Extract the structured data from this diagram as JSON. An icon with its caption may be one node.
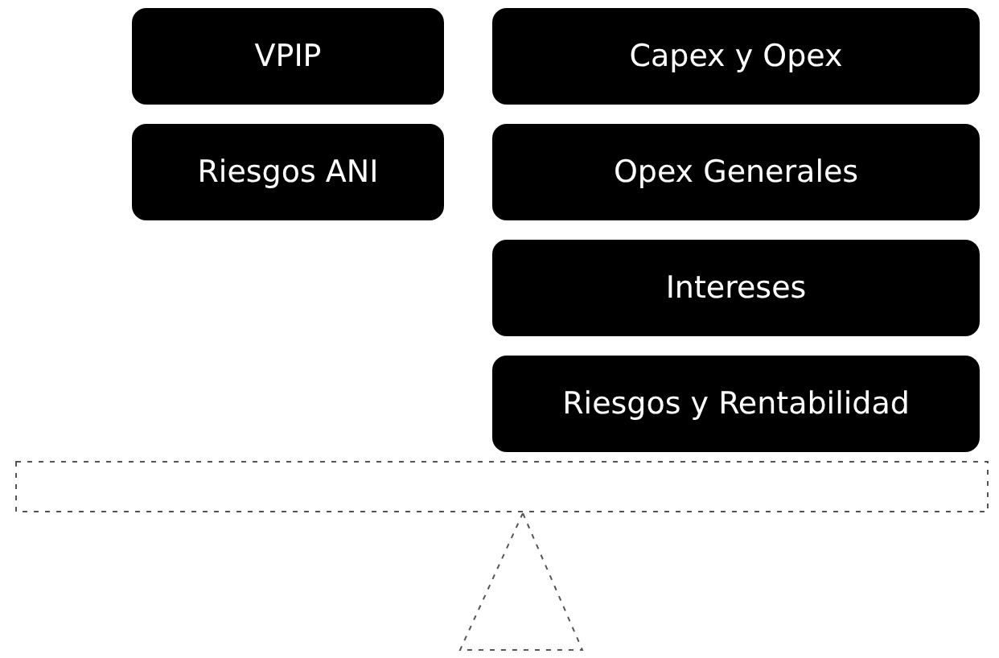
{
  "diagram": {
    "nodes": [
      {
        "text": [
          "VPIP"
        ]
      },
      {
        "text": [
          "Riesgos ANI"
        ]
      },
      {
        "text": [
          "Capex y Opex"
        ]
      },
      {
        "text": [
          "Opex Generales"
        ]
      },
      {
        "text": [
          "Intereses"
        ]
      },
      {
        "text": [
          "Riesgos y Rentabilidad"
        ]
      }
    ]
  }
}
